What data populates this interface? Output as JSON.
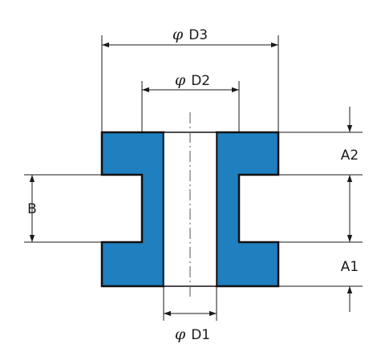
{
  "colors": {
    "part_fill": "#1f7fbf",
    "outline": "#111111",
    "bore_fill": "#ffffff"
  },
  "labels": {
    "phi": "φ",
    "d3": "D3",
    "d2": "D2",
    "d1": "D1",
    "a2": "A2",
    "a1": "A1",
    "b": "B"
  }
}
